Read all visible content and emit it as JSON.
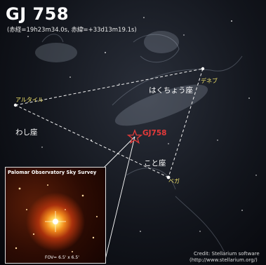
{
  "header": {
    "title": "GJ 758",
    "coordinates": "(赤経=19h23m34.0s, 赤緯=+33d13m19.1s)"
  },
  "stars": {
    "altair": "アルタイル",
    "deneb": "デネブ",
    "vega": "ベガ",
    "target": "GJ758"
  },
  "constellations": {
    "aquila": "わし座",
    "cygnus": "はくちょう座",
    "lyra": "こと座"
  },
  "inset": {
    "title": "Palomar Observatory Sky Survey",
    "fov": "FOV= 6.5' x 6.5'"
  },
  "credit": {
    "line1": "Credit: Stellarium software",
    "line2": "(http://www.stellarium.org/)"
  },
  "colors": {
    "target_marker": "#e43a3a",
    "star_label": "#f1e36a"
  }
}
